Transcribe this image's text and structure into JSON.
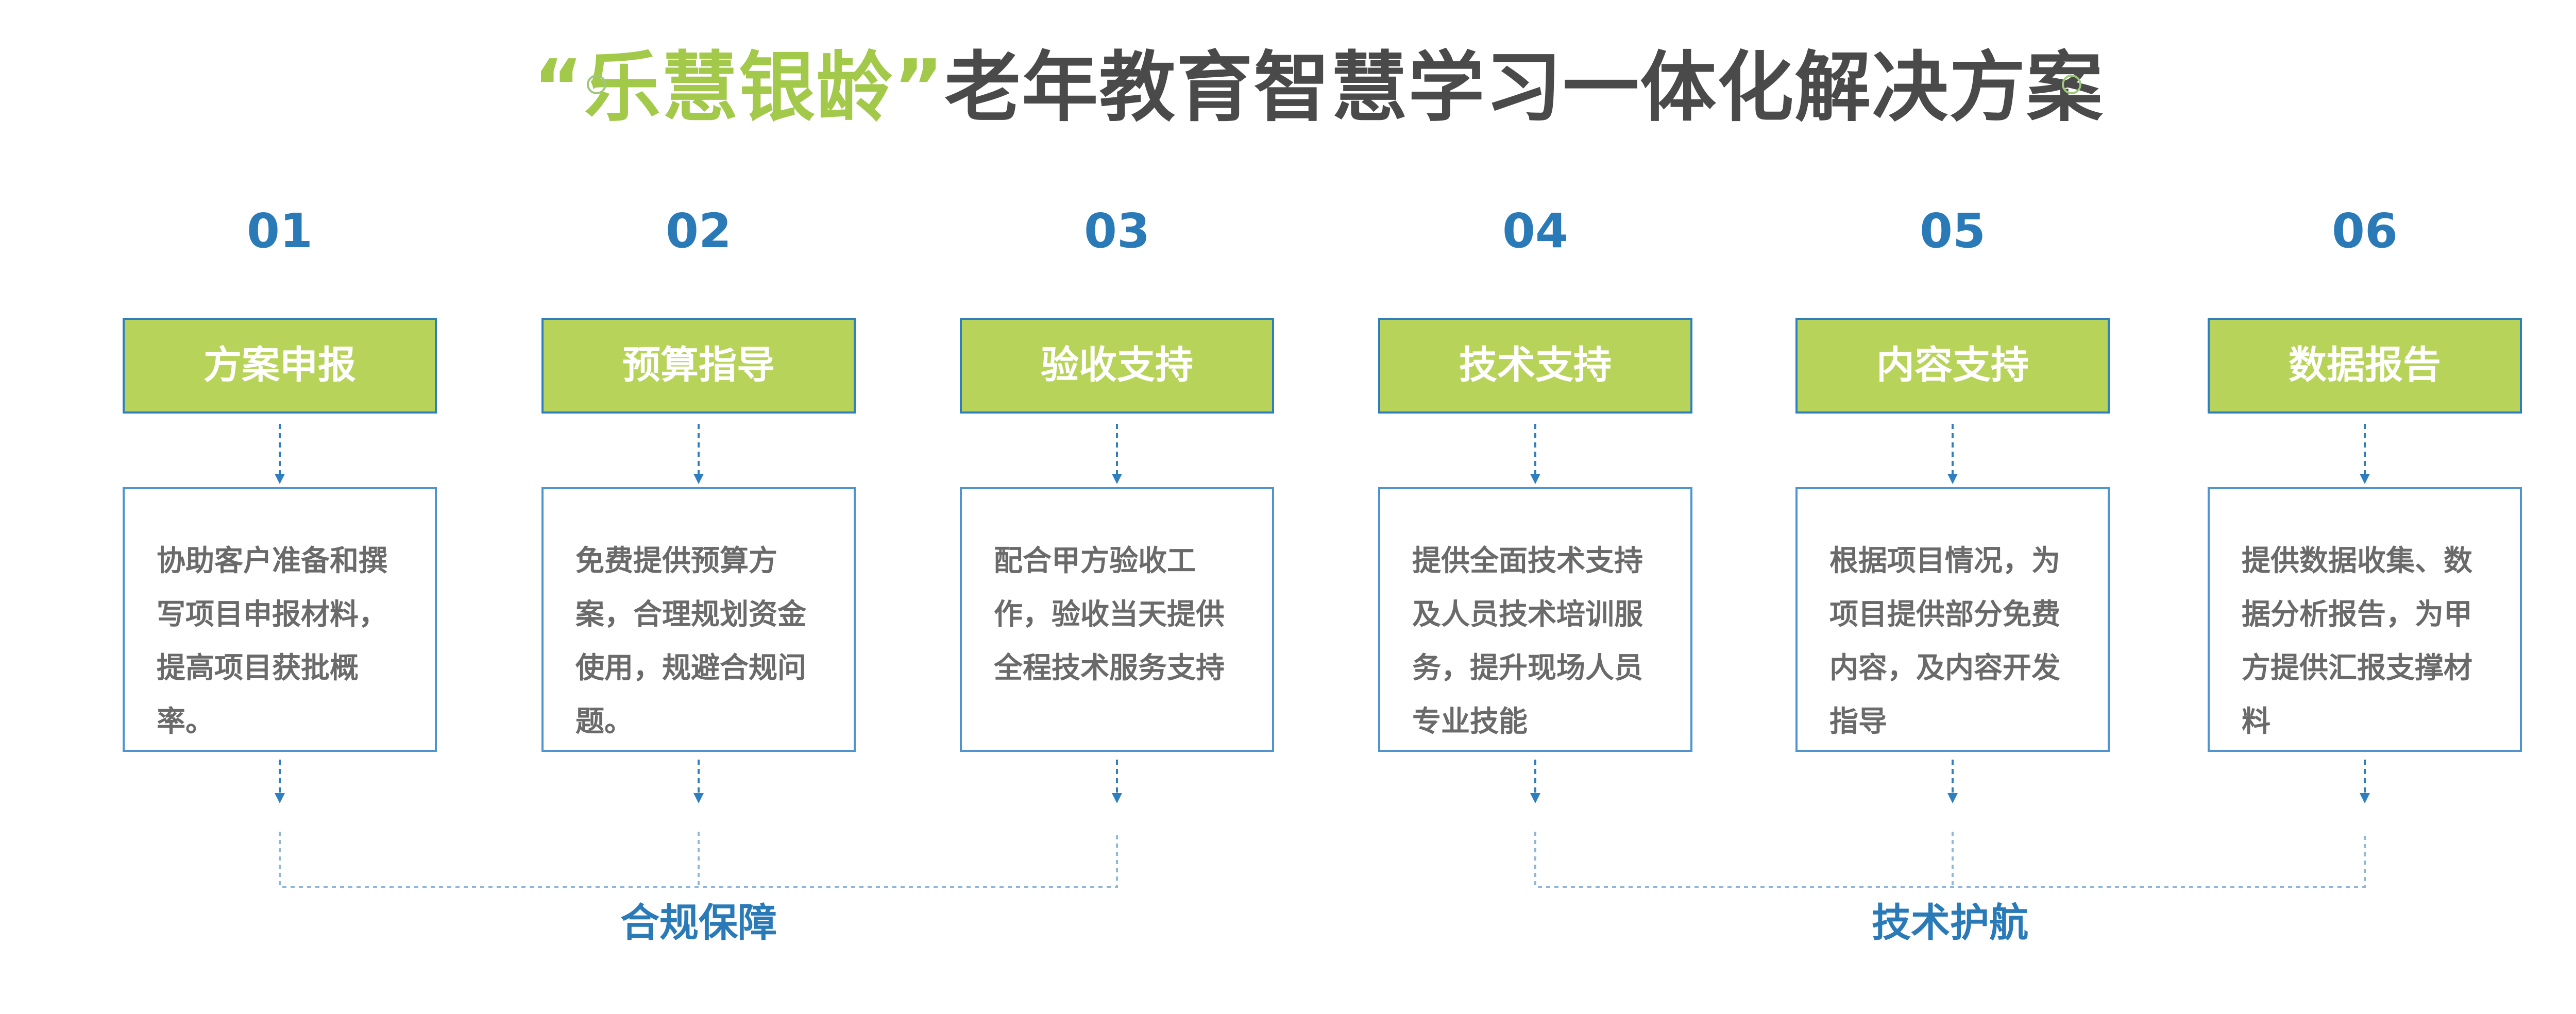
{
  "title": {
    "accent": "“乐慧银龄”",
    "main": "老年教育智慧学习一体化解决方案"
  },
  "steps": [
    {
      "num": "01",
      "head": "方案申报",
      "desc": "协助客户准备和撰写项目申报材料，提高项目获批概率。"
    },
    {
      "num": "02",
      "head": "预算指导",
      "desc": "免费提供预算方案，合理规划资金使用，规避合规问题。"
    },
    {
      "num": "03",
      "head": "验收支持",
      "desc": "配合甲方验收工作，验收当天提供全程技术服务支持"
    },
    {
      "num": "04",
      "head": "技术支持",
      "desc": "提供全面技术支持及人员技术培训服务，提升现场人员专业技能"
    },
    {
      "num": "05",
      "head": "内容支持",
      "desc": "根据项目情况，为项目提供部分免费内容，及内容开发指导"
    },
    {
      "num": "06",
      "head": "数据报告",
      "desc": "提供数据收集、数据分析报告，为甲方提供汇报支撑材料"
    }
  ],
  "groups": [
    {
      "label": "合规保障"
    },
    {
      "label": "技术护航"
    }
  ],
  "colors": {
    "accent_green": "#a3c94a",
    "head_fill": "#b7d35a",
    "blue": "#2a7ab8",
    "text_gray": "#6a6a6a",
    "title_gray": "#4a4a4a"
  }
}
